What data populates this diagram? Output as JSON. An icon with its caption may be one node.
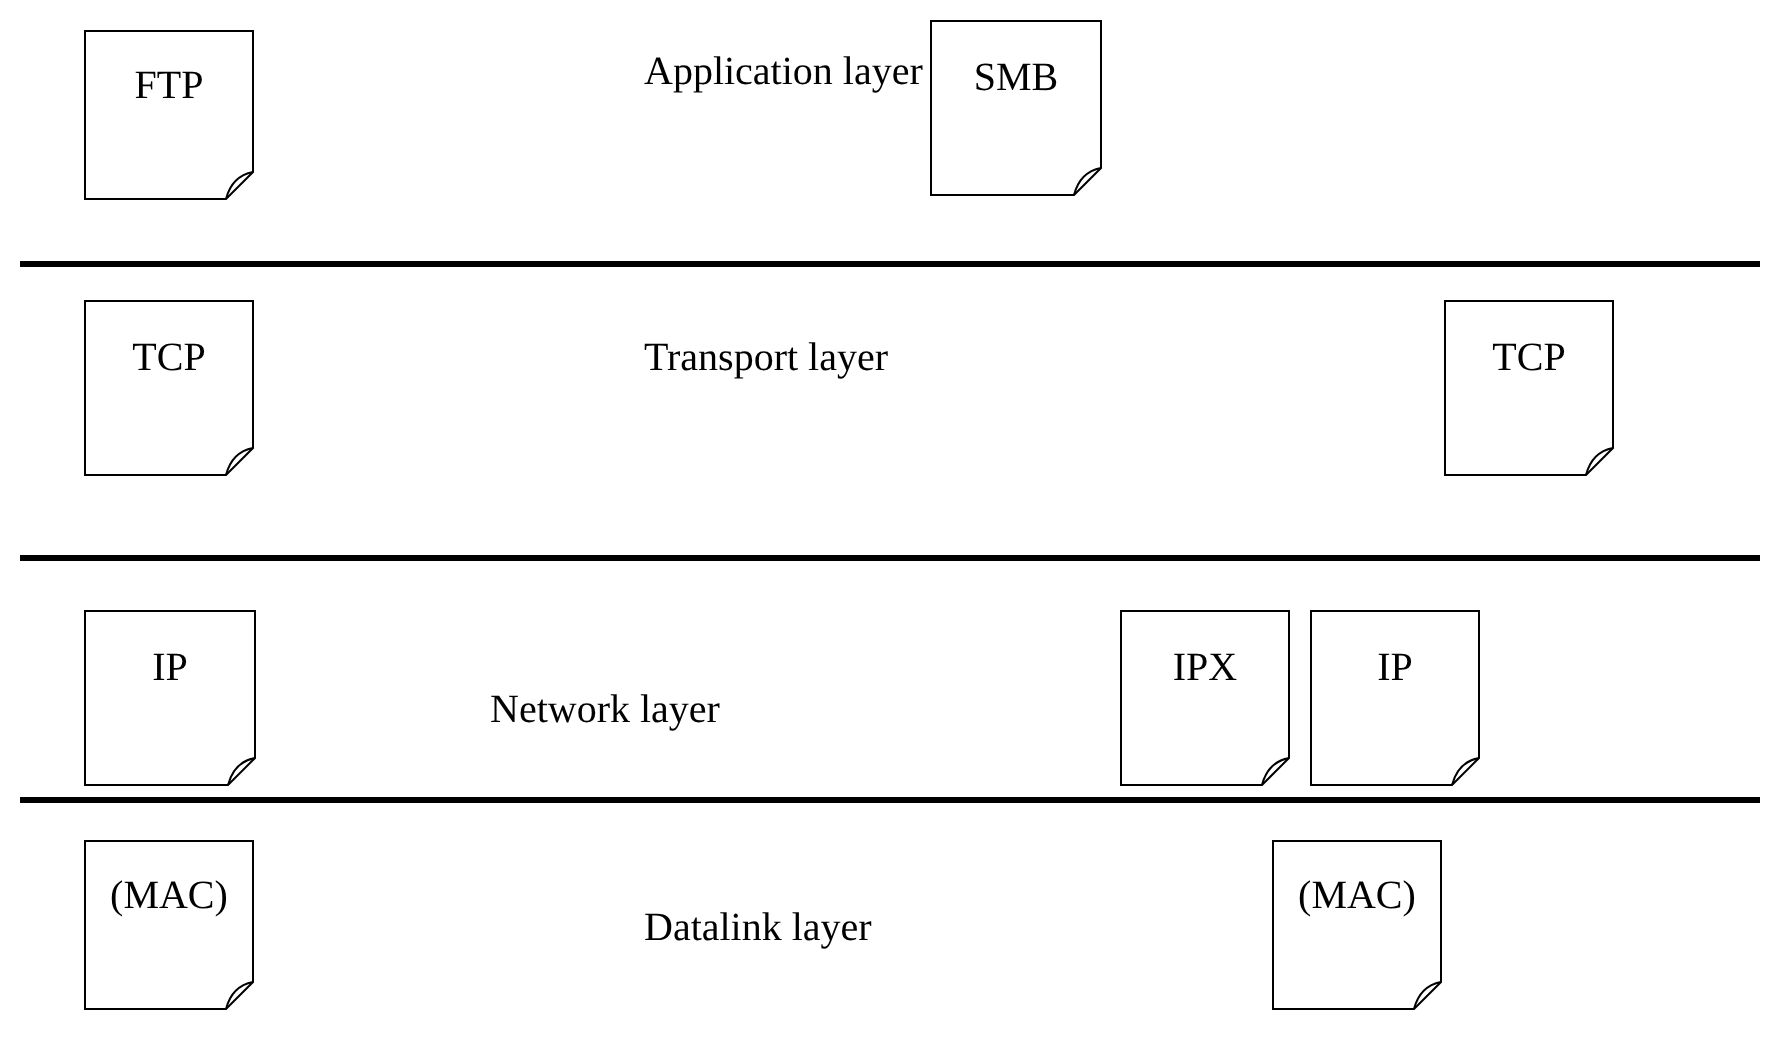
{
  "diagram": {
    "nodes": [
      {
        "text": [
          "FTP"
        ]
      },
      {
        "text": [
          "SMB"
        ]
      },
      {
        "text": [
          "TCP"
        ]
      },
      {
        "text": [
          "TCP"
        ]
      },
      {
        "text": [
          "IP"
        ]
      },
      {
        "text": [
          "IPX"
        ]
      },
      {
        "text": [
          "IP"
        ]
      },
      {
        "text": [
          "(MAC)"
        ]
      },
      {
        "text": [
          "(MAC)"
        ]
      }
    ],
    "labels": [
      "Application layer",
      "Transport layer",
      "Network layer",
      "Datalink layer"
    ]
  }
}
